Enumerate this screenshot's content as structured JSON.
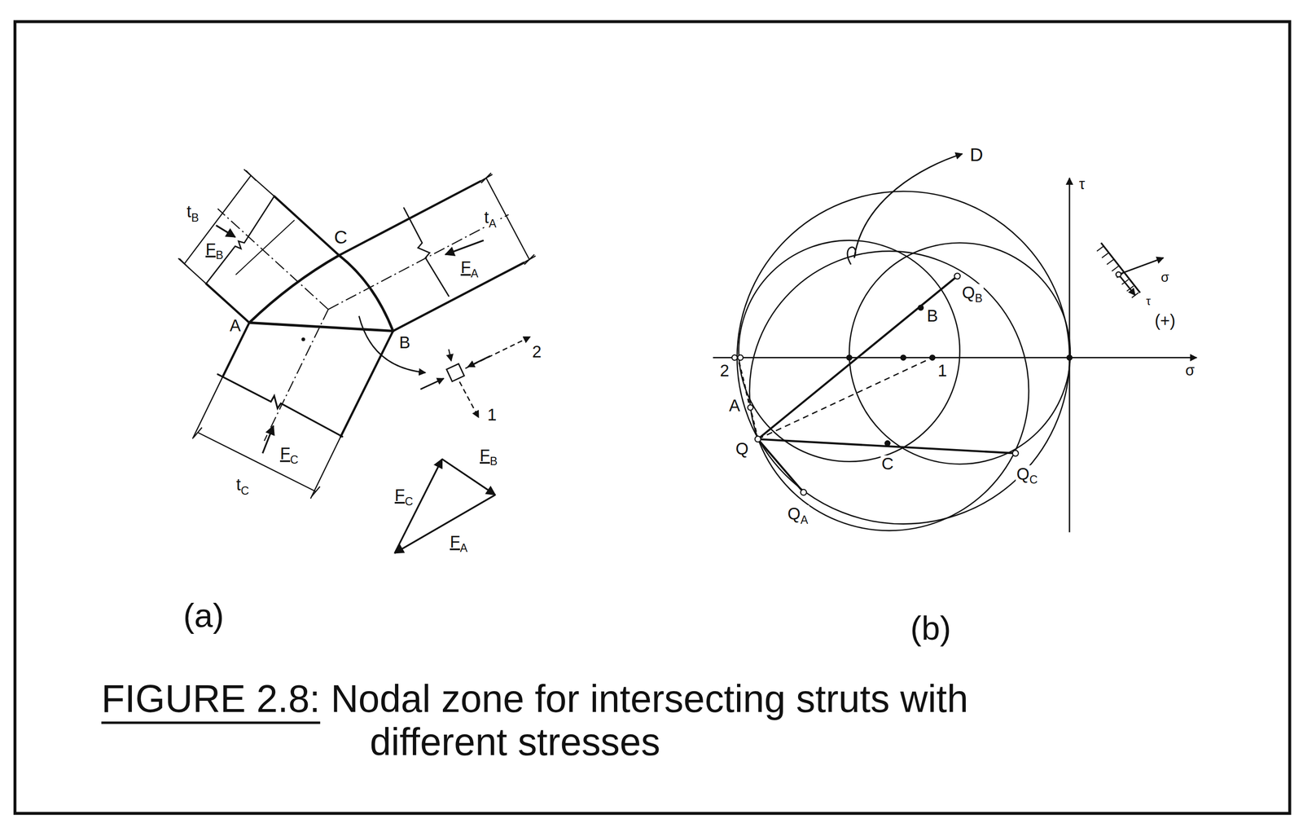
{
  "diagram": {
    "caption": "FIGURE 2.8: Nodal zone for intersecting struts with different stresses",
    "labels": [
      "tB",
      "FB",
      "C",
      "FA",
      "tA",
      "A",
      "B",
      "2",
      "1",
      "FC",
      "tC",
      "FC",
      "FB",
      "FA",
      "(a)",
      "D",
      "τ",
      "σ",
      "τ",
      "(+)",
      "QB",
      "B",
      "2",
      "1",
      "σ",
      "A",
      "Q",
      "C",
      "QC",
      "QA",
      "(b)"
    ]
  }
}
